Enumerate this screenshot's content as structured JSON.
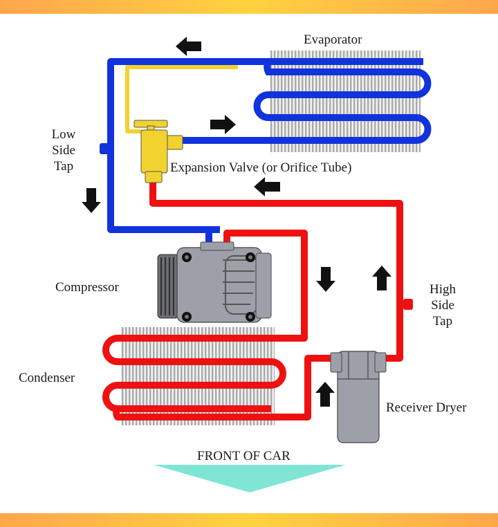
{
  "labels": {
    "evaporator": "Evaporator",
    "low_side_tap": [
      "Low",
      "Side",
      "Tap"
    ],
    "expansion_valve": "Expansion Valve (or Orifice Tube)",
    "compressor": "Compressor",
    "high_side_tap": [
      "High",
      "Side",
      "Tap"
    ],
    "condenser": "Condenser",
    "receiver_dryer": "Receiver Dryer",
    "front_of_car": "FRONT OF CAR"
  },
  "colors": {
    "low_pressure_line": "#1133dd",
    "high_pressure_line": "#ee1111",
    "sensing_bulb_line": "#f2d22e",
    "component_body": "#9da0a8",
    "fins": "#a8a8a8",
    "front_arrow": "#7fe6d6",
    "border_orange": "#ffa64d",
    "border_yellow": "#ffd23f"
  }
}
